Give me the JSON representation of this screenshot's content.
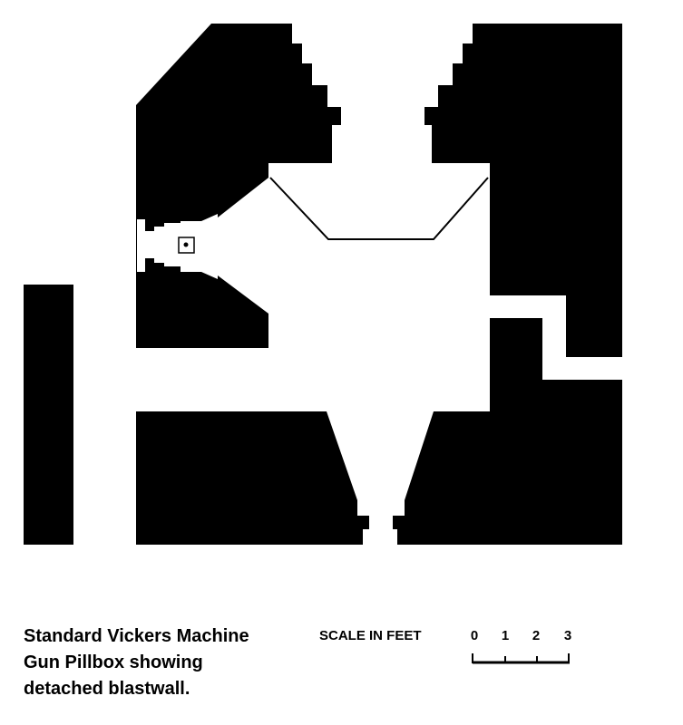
{
  "caption": {
    "line1": "Standard Vickers Machine",
    "line2": "Gun Pillbox showing",
    "line3": "detached blastwall."
  },
  "scale": {
    "label": "SCALE IN FEET",
    "ticks": [
      "0",
      "1",
      "2",
      "3"
    ]
  },
  "colors": {
    "wall": "#000000",
    "interior": "#ffffff"
  }
}
